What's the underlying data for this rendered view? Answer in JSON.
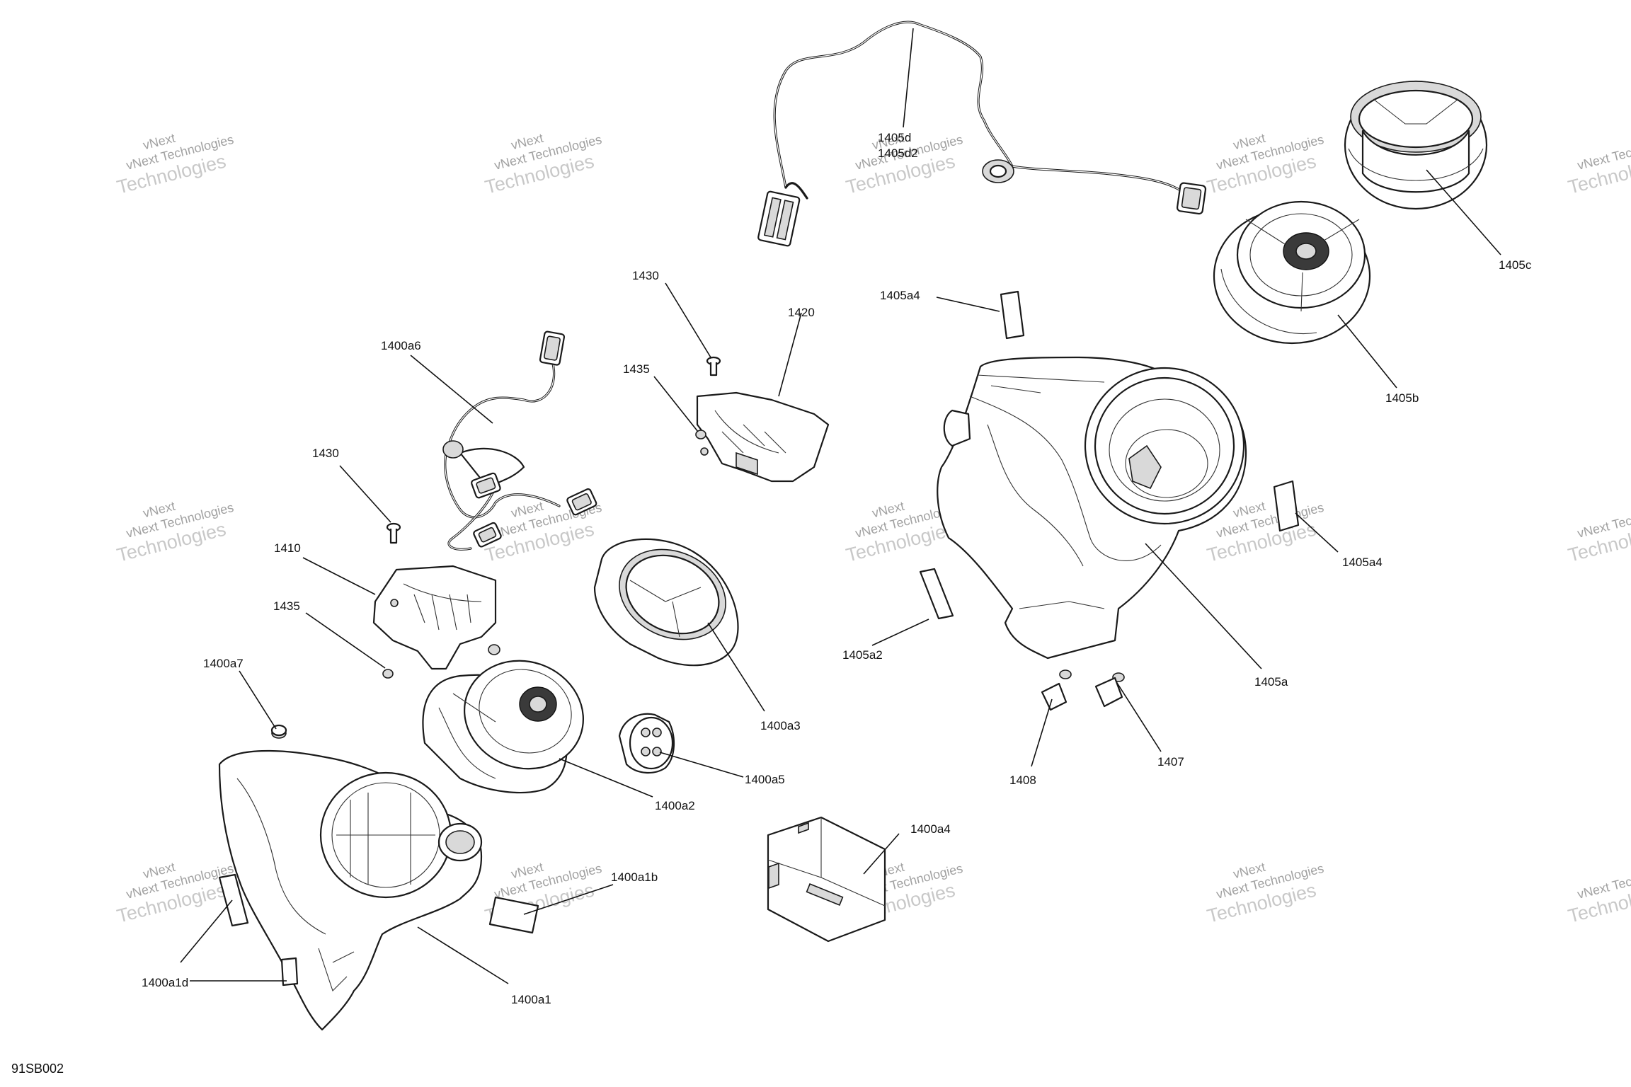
{
  "drawing": {
    "document_code": "91SB002",
    "watermark": {
      "line1": "vNext Technologies",
      "line2": "Technologies",
      "line3": "vNext"
    },
    "callouts": {
      "p1400a1": "1400a1",
      "p1400a1b": "1400a1b",
      "p1400a1d": "1400a1d",
      "p1400a2": "1400a2",
      "p1400a3": "1400a3",
      "p1400a4": "1400a4",
      "p1400a5": "1400a5",
      "p1400a6": "1400a6",
      "p1400a7": "1400a7",
      "p1405a": "1405a",
      "p1405a2": "1405a2",
      "p1405a4_top": "1405a4",
      "p1405a4_right": "1405a4",
      "p1405b": "1405b",
      "p1405c": "1405c",
      "p1405d": "1405d",
      "p1405d2": "1405d2",
      "p1407": "1407",
      "p1408": "1408",
      "p1410": "1410",
      "p1420": "1420",
      "p1430_left": "1430",
      "p1430_mid": "1430",
      "p1435_left": "1435",
      "p1435_mid": "1435"
    }
  }
}
